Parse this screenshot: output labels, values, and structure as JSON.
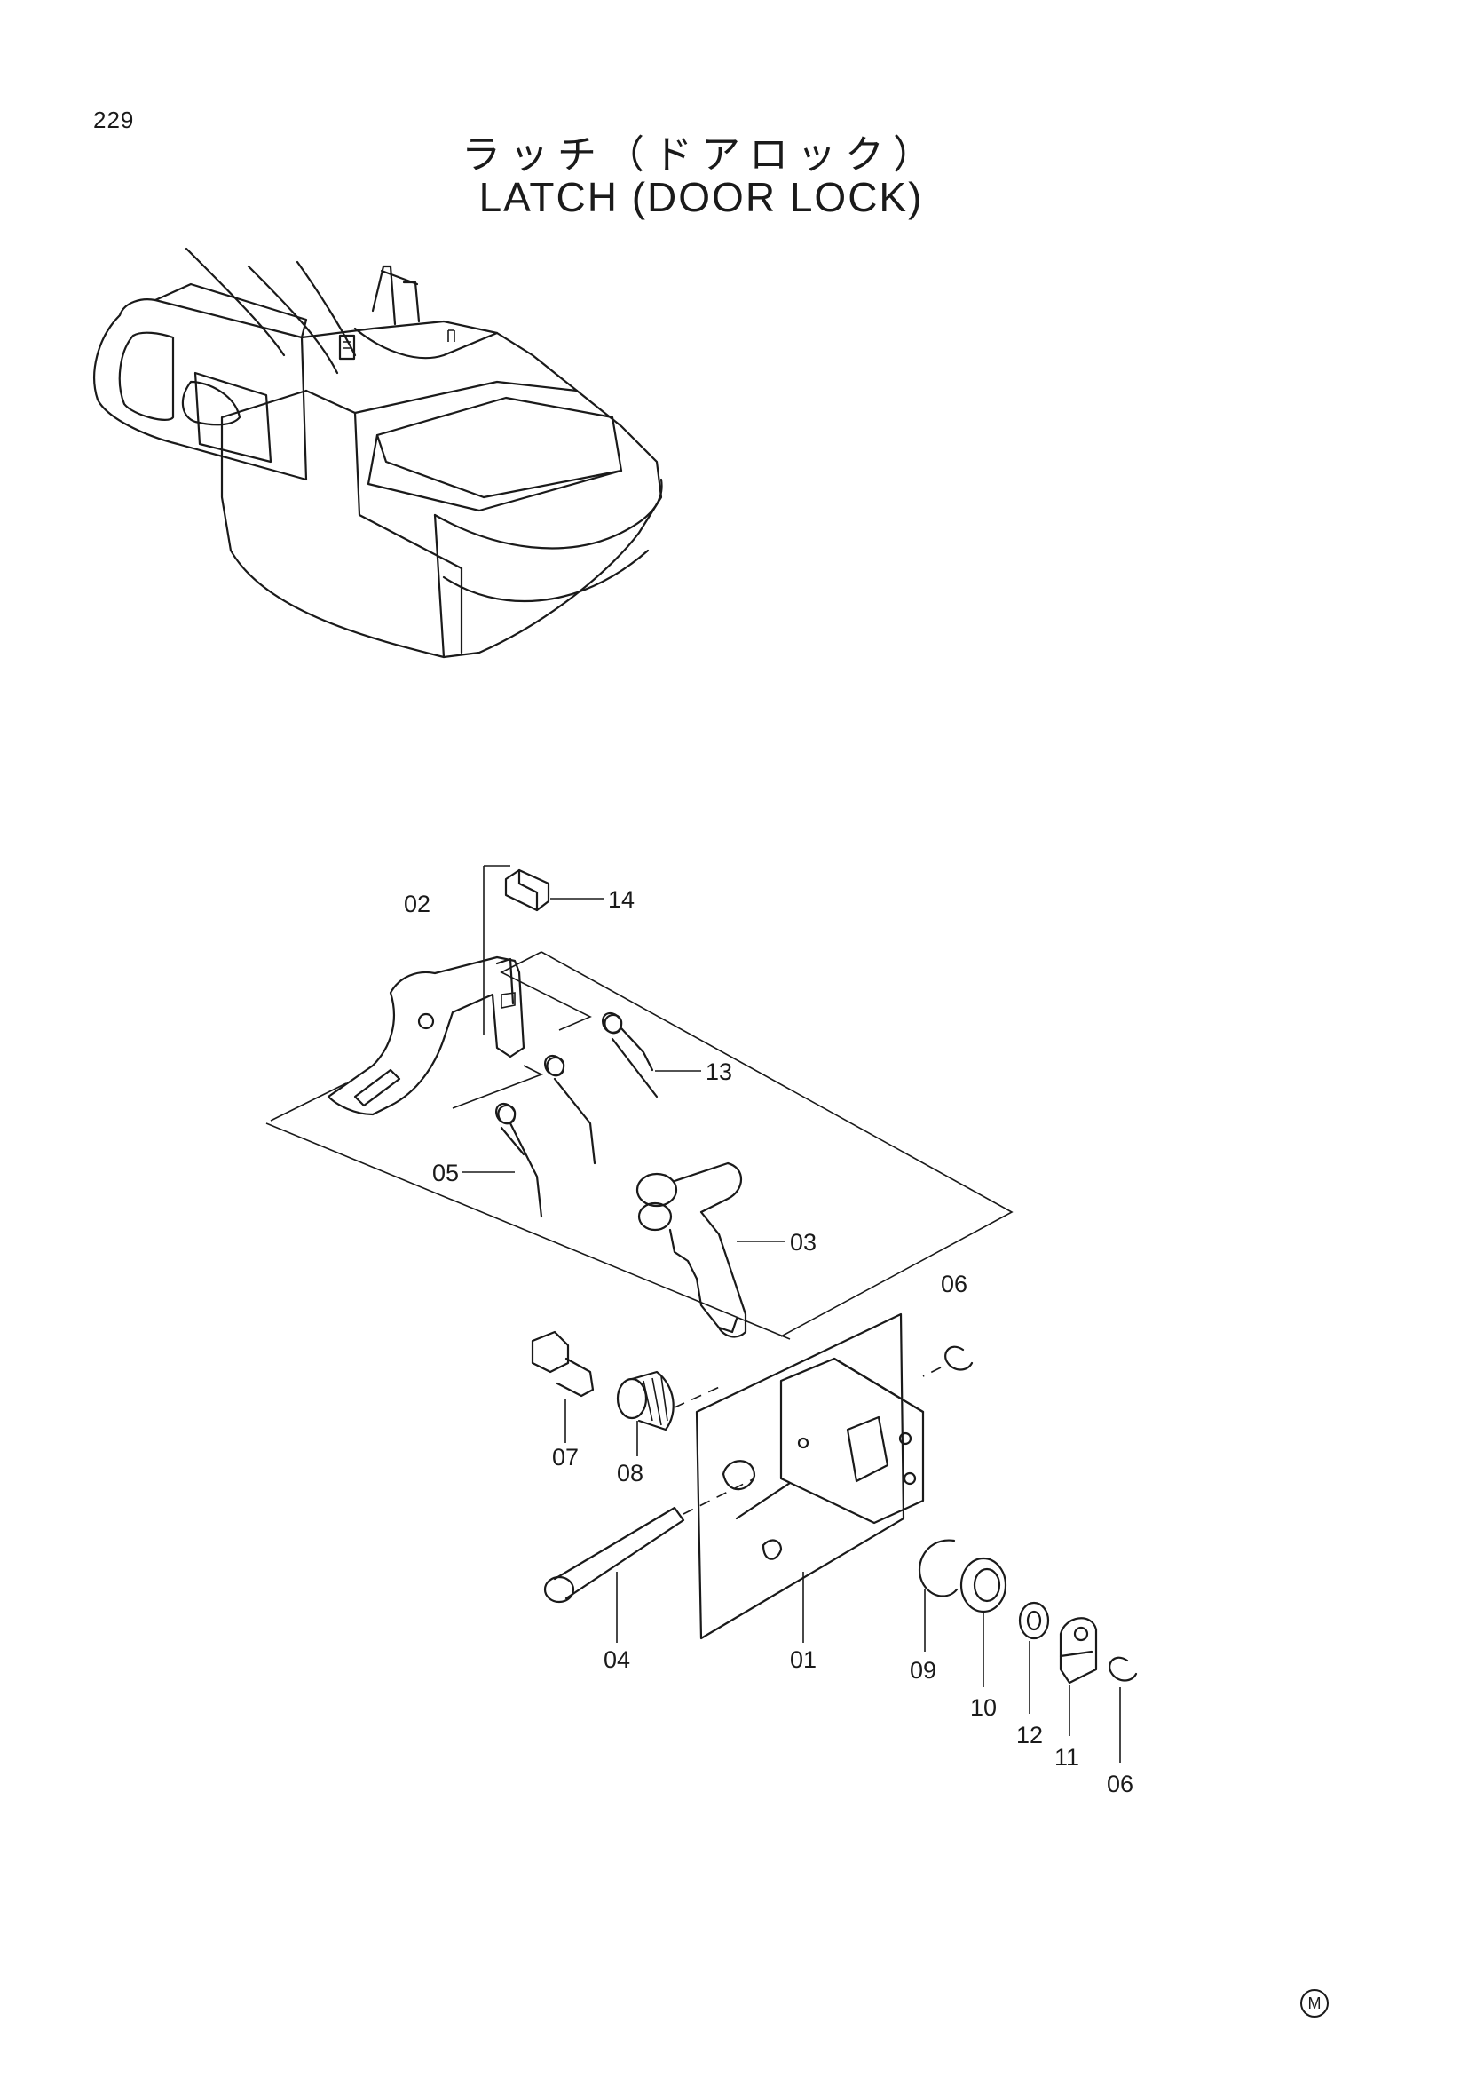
{
  "page": {
    "number": "229",
    "title_jp": "ラッチ（ドアロック）",
    "title_en": "LATCH (DOOR LOCK)",
    "mark": "M"
  },
  "callouts": [
    {
      "id": "c01",
      "label": "01"
    },
    {
      "id": "c02",
      "label": "02"
    },
    {
      "id": "c03",
      "label": "03"
    },
    {
      "id": "c04",
      "label": "04"
    },
    {
      "id": "c05",
      "label": "05"
    },
    {
      "id": "c06a",
      "label": "06"
    },
    {
      "id": "c06b",
      "label": "06"
    },
    {
      "id": "c07",
      "label": "07"
    },
    {
      "id": "c08",
      "label": "08"
    },
    {
      "id": "c09",
      "label": "09"
    },
    {
      "id": "c10",
      "label": "10"
    },
    {
      "id": "c11",
      "label": "11"
    },
    {
      "id": "c12",
      "label": "12"
    },
    {
      "id": "c13",
      "label": "13"
    },
    {
      "id": "c14",
      "label": "14"
    }
  ]
}
